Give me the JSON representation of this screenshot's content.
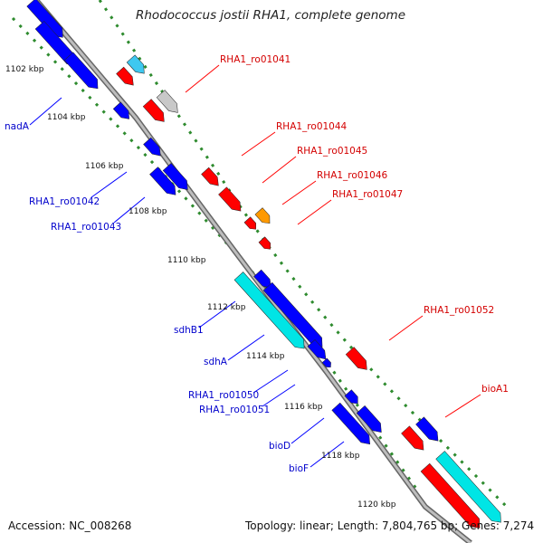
{
  "title": "Rhodococcus jostii RHA1, complete genome",
  "accession": "Accession: NC_008268",
  "topology": "Topology: linear; Length: 7,804,765 bp; Genes: 7,274",
  "colors": {
    "backbone": "#999999",
    "forward_gene": "#ff0000",
    "reverse_gene": "#0000ff",
    "cyan_gene": "#00e5e5",
    "light_blue_gene": "#3ec8f0",
    "grey_gene": "#c8c8c8",
    "orange_gene": "#ff9900",
    "ticks": "#2e8b2e"
  },
  "ticks": [
    "1102 kbp",
    "1104 kbp",
    "1106 kbp",
    "1108 kbp",
    "1110 kbp",
    "1112 kbp",
    "1114 kbp",
    "1116 kbp",
    "1118 kbp",
    "1120 kbp"
  ],
  "forward_labels": [
    "RHA1_ro01041",
    "RHA1_ro01044",
    "RHA1_ro01045",
    "RHA1_ro01046",
    "RHA1_ro01047",
    "RHA1_ro01052",
    "bioA1"
  ],
  "reverse_labels": [
    "nadA",
    "RHA1_ro01042",
    "RHA1_ro01043",
    "sdhB1",
    "sdhA",
    "RHA1_ro01050",
    "RHA1_ro01051",
    "bioD",
    "bioF"
  ]
}
